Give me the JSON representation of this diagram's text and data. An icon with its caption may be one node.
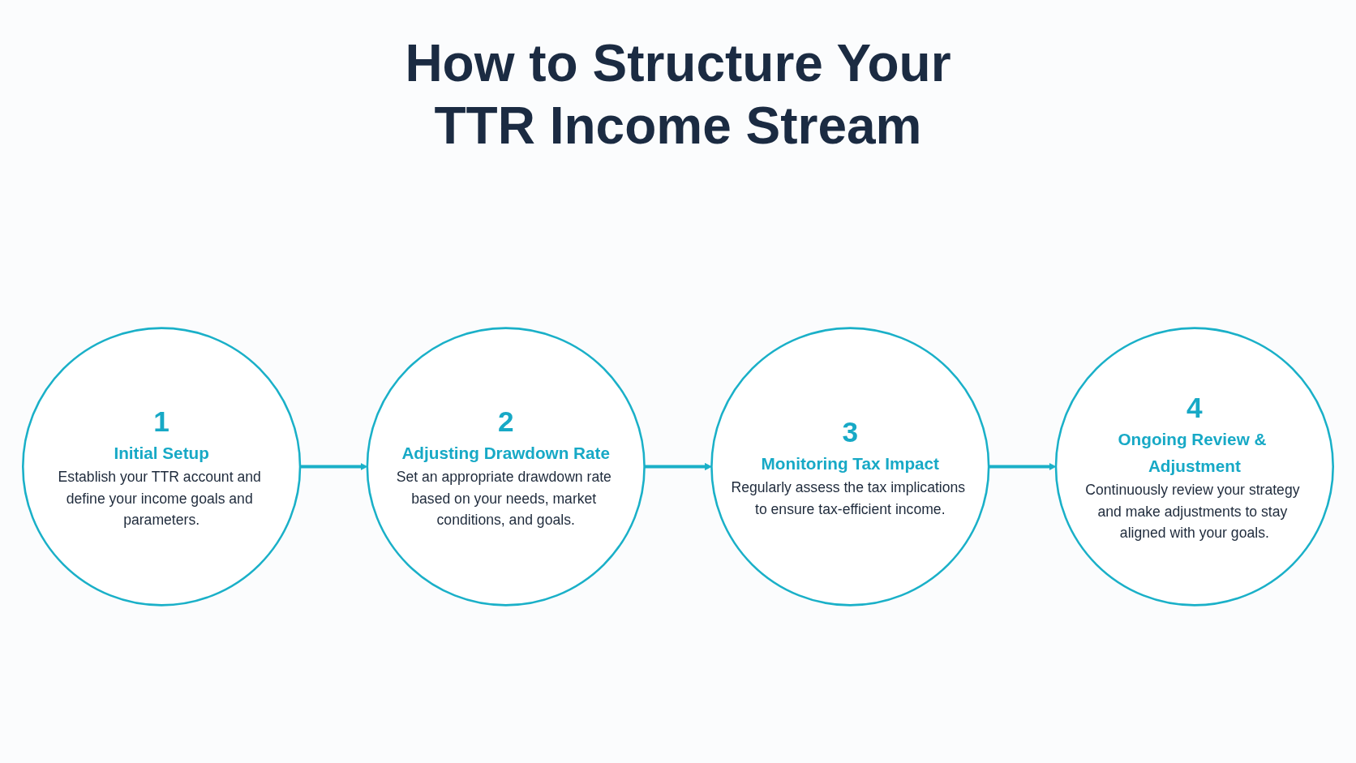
{
  "diagram": {
    "title": "How to Structure Your TTR Income Stream",
    "nodes": [
      {
        "text": [
          "1",
          "Initial Setup",
          "Establish your TTR account and define your income goals and parameters."
        ]
      },
      {
        "text": [
          "2",
          "Adjusting Drawdown Rate",
          "Set an appropriate drawdown rate based on your needs, market conditions, and goals."
        ]
      },
      {
        "text": [
          "3",
          "Monitoring Tax Impact",
          "Regularly assess the tax implications to ensure tax-efficient income."
        ]
      },
      {
        "text": [
          "4",
          "Ongoing Review & Adjustment",
          "Continuously review your strategy and make adjustments to stay aligned with your goals."
        ]
      }
    ],
    "edges": [
      {
        "from": 0,
        "to": 1,
        "arrow": "to"
      },
      {
        "from": 1,
        "to": 2,
        "arrow": "to"
      },
      {
        "from": 2,
        "to": 3,
        "arrow": "to"
      }
    ]
  }
}
